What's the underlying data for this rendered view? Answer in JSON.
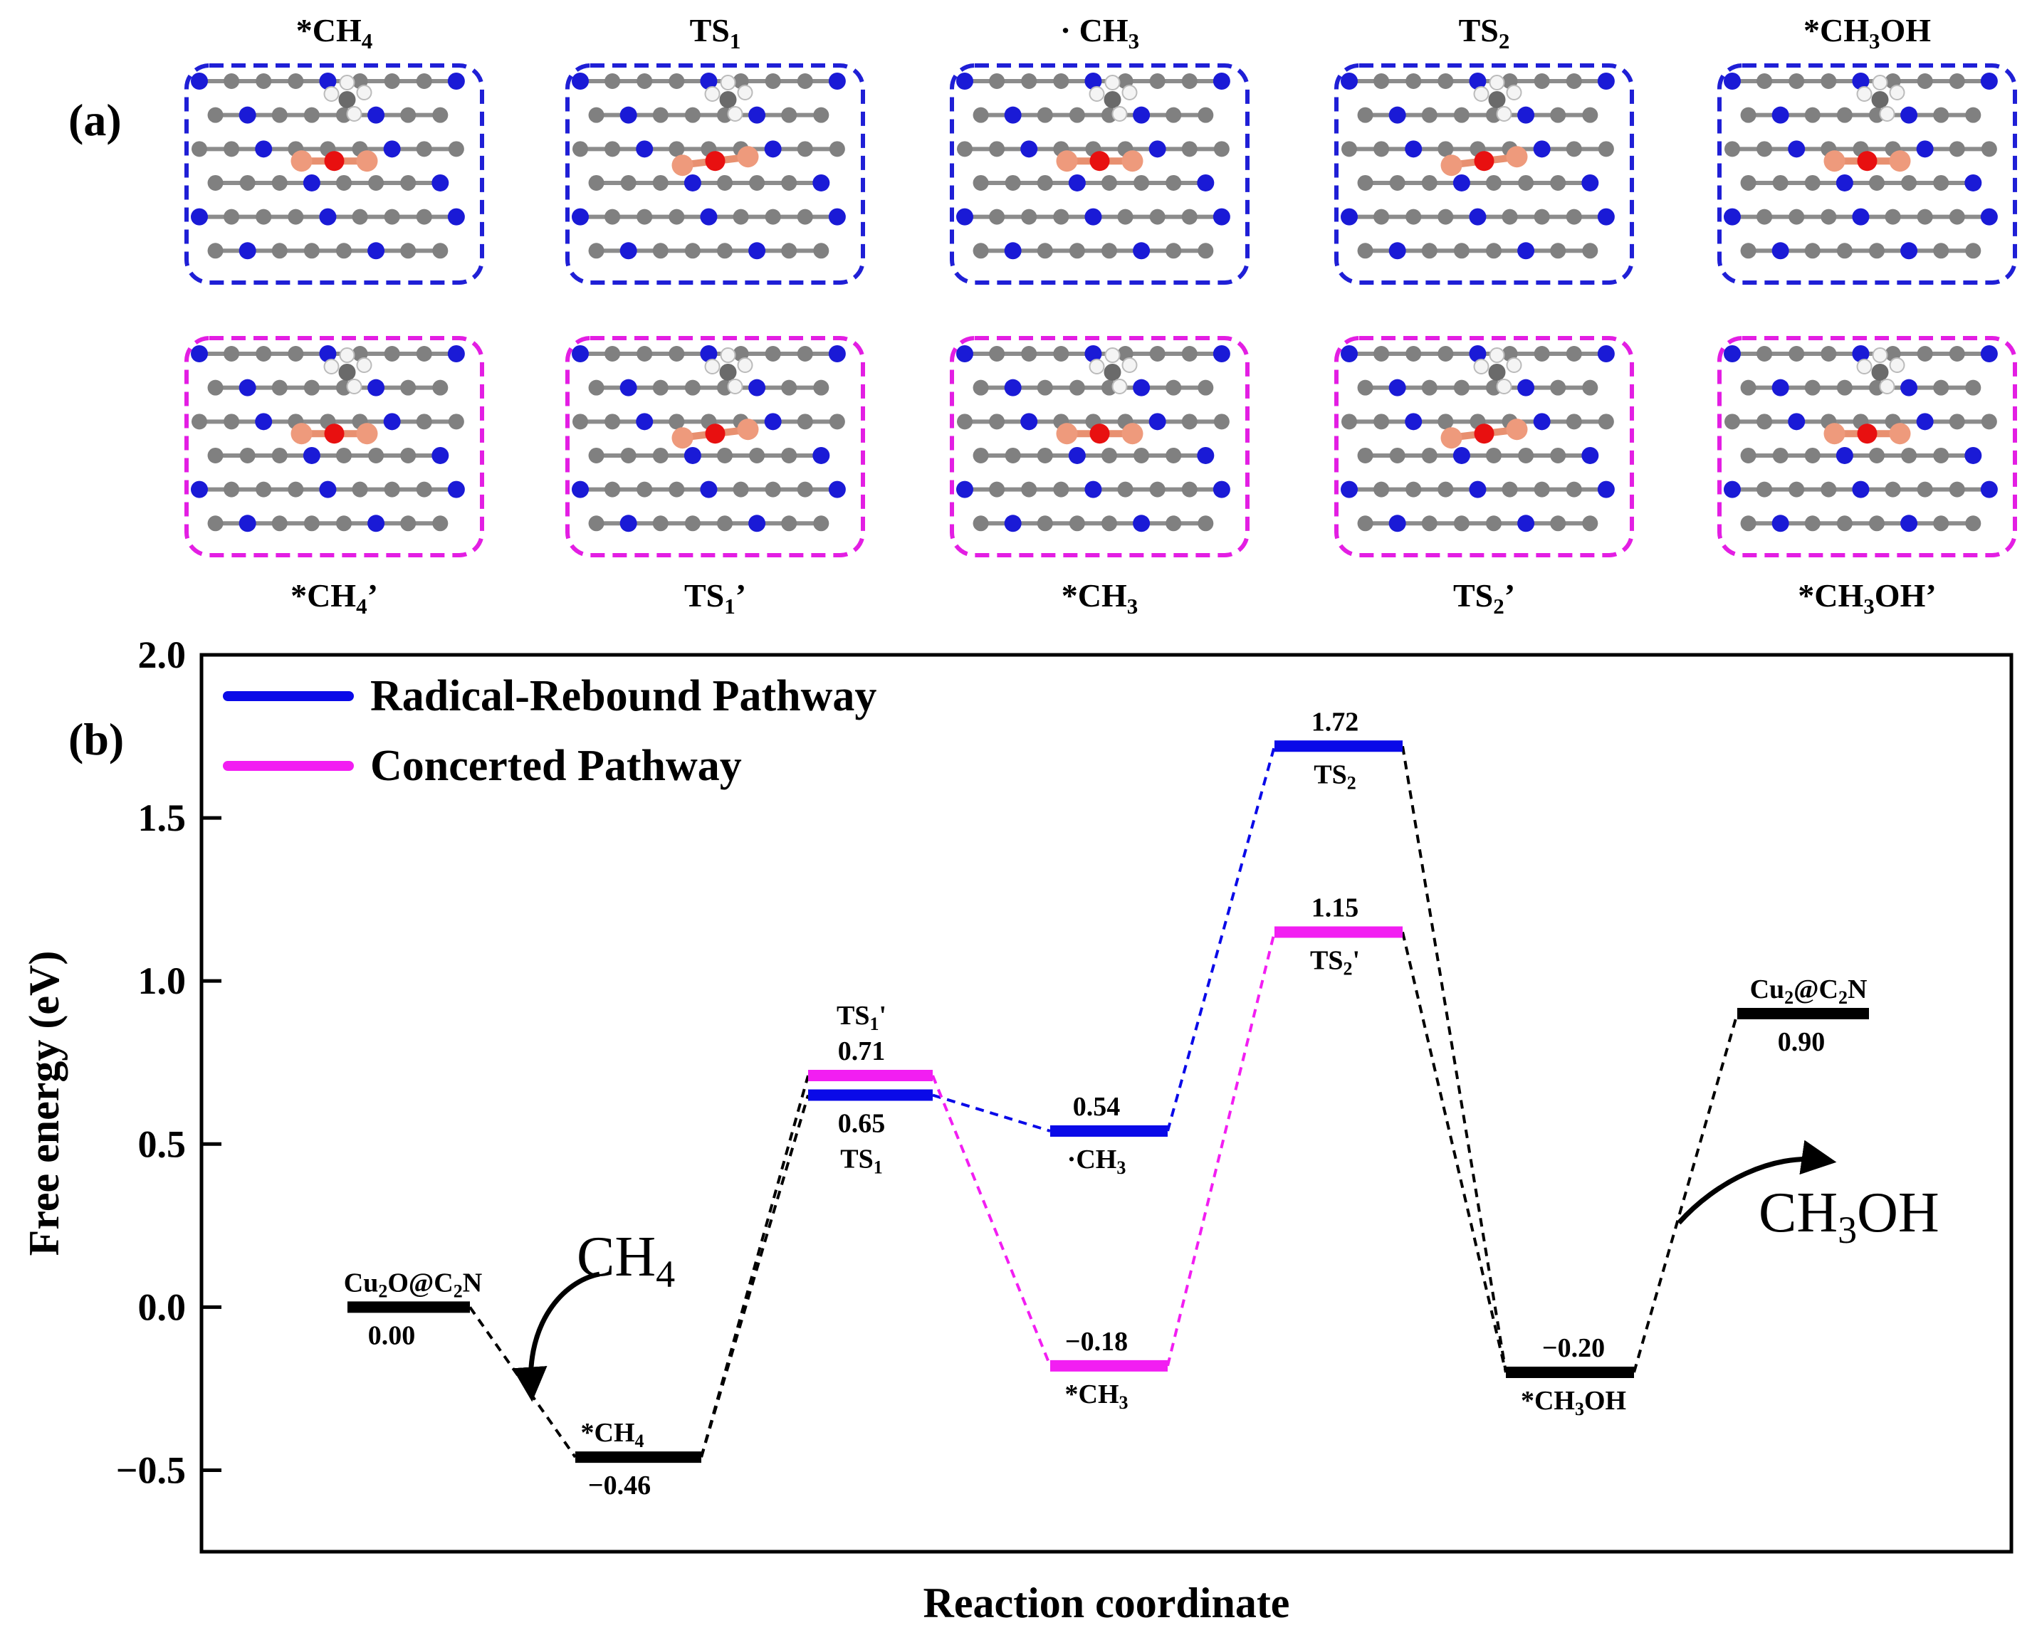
{
  "panel_a": {
    "label": "(a)",
    "top_row": [
      {
        "title": "*CH4",
        "frame_color": "#1f1fd6"
      },
      {
        "title": "TS1",
        "frame_color": "#1f1fd6"
      },
      {
        "title": "· CH3",
        "frame_color": "#1f1fd6"
      },
      {
        "title": "TS2",
        "frame_color": "#1f1fd6"
      },
      {
        "title": "*CH3OH",
        "frame_color": "#1f1fd6"
      }
    ],
    "bottom_row": [
      {
        "title": "*CH4’",
        "frame_color": "#e31ee3"
      },
      {
        "title": "TS1’",
        "frame_color": "#e31ee3"
      },
      {
        "title": "*CH3",
        "frame_color": "#e31ee3"
      },
      {
        "title": "TS2’",
        "frame_color": "#e31ee3"
      },
      {
        "title": "*CH3OH’",
        "frame_color": "#e31ee3"
      }
    ]
  },
  "chart_data": {
    "type": "energy-level-diagram",
    "panel_label": "(b)",
    "xlabel": "Reaction coordinate",
    "ylabel": "Free energy (eV)",
    "ylim": [
      -0.75,
      2.0
    ],
    "yticks": [
      -0.5,
      0.0,
      0.5,
      1.0,
      1.5,
      2.0
    ],
    "ytick_labels": [
      "−0.5",
      "0.0",
      "0.5",
      "1.0",
      "1.5",
      "2.0"
    ],
    "legend": {
      "position": "top-left",
      "entries": [
        {
          "name": "Radical-Rebound Pathway",
          "color": "#0a0ae8"
        },
        {
          "name": "Concerted Pathway",
          "color": "#f21ef2"
        }
      ]
    },
    "colors": {
      "shared": "#000000",
      "radical": "#0a0ae8",
      "concerted": "#f21ef2"
    },
    "levels": [
      {
        "id": "cu2o",
        "step": 1,
        "energy": 0.0,
        "value_label": "0.00",
        "name": "Cu2O@C2N",
        "pathway": "shared"
      },
      {
        "id": "ch4",
        "step": 2,
        "energy": -0.46,
        "value_label": "−0.46",
        "name": "*CH4",
        "pathway": "shared"
      },
      {
        "id": "ts1",
        "step": 3,
        "energy": 0.65,
        "value_label": "0.65",
        "name": "TS1",
        "pathway": "radical"
      },
      {
        "id": "ts1p",
        "step": 3,
        "energy": 0.71,
        "value_label": "0.71",
        "name": "TS1'",
        "pathway": "concerted"
      },
      {
        "id": "ch3r",
        "step": 4,
        "energy": 0.54,
        "value_label": "0.54",
        "name": "·CH3",
        "pathway": "radical"
      },
      {
        "id": "ch3c",
        "step": 4,
        "energy": -0.18,
        "value_label": "−0.18",
        "name": "*CH3",
        "pathway": "concerted"
      },
      {
        "id": "ts2",
        "step": 5,
        "energy": 1.72,
        "value_label": "1.72",
        "name": "TS2",
        "pathway": "radical"
      },
      {
        "id": "ts2p",
        "step": 5,
        "energy": 1.15,
        "value_label": "1.15",
        "name": "TS2'",
        "pathway": "concerted"
      },
      {
        "id": "ch3oh",
        "step": 6,
        "energy": -0.2,
        "value_label": "−0.20",
        "name": "*CH3OH",
        "pathway": "shared"
      },
      {
        "id": "cu2",
        "step": 7,
        "energy": 0.9,
        "value_label": "0.90",
        "name": "Cu2@C2N",
        "pathway": "shared"
      }
    ],
    "connections": [
      {
        "from": "cu2o",
        "to": "ch4",
        "pathway": "shared"
      },
      {
        "from": "ch4",
        "to": "ts1",
        "pathway": "shared"
      },
      {
        "from": "ch4",
        "to": "ts1p",
        "pathway": "shared"
      },
      {
        "from": "ts1",
        "to": "ch3r",
        "pathway": "radical"
      },
      {
        "from": "ts1p",
        "to": "ch3c",
        "pathway": "concerted"
      },
      {
        "from": "ch3r",
        "to": "ts2",
        "pathway": "radical"
      },
      {
        "from": "ch3c",
        "to": "ts2p",
        "pathway": "concerted"
      },
      {
        "from": "ts2",
        "to": "ch3oh",
        "pathway": "shared"
      },
      {
        "from": "ts2p",
        "to": "ch3oh",
        "pathway": "shared"
      },
      {
        "from": "ch3oh",
        "to": "cu2",
        "pathway": "shared"
      }
    ],
    "annotations": [
      {
        "text": "CH4",
        "meaning": "adsorbed reactant"
      },
      {
        "text": "CH3OH",
        "meaning": "released product"
      }
    ]
  }
}
